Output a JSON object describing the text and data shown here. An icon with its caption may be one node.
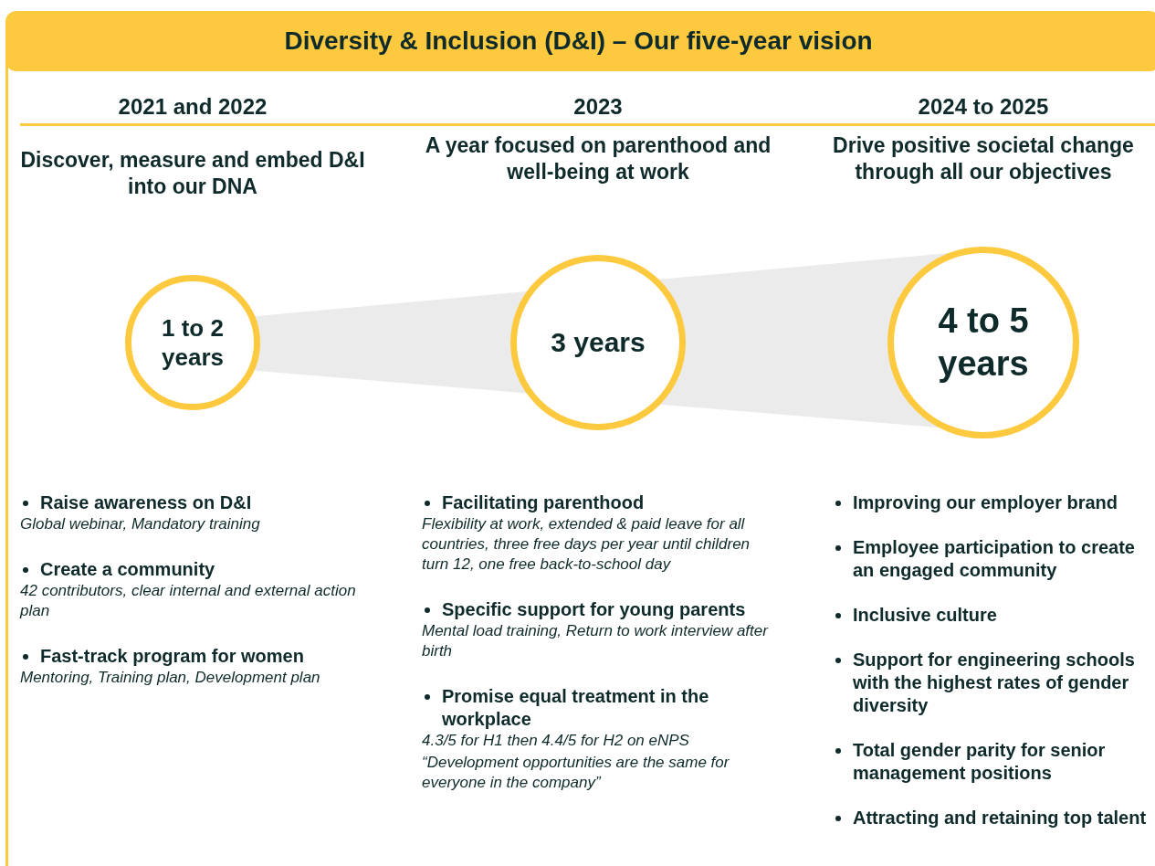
{
  "diagram": {
    "title": "Diversity & Inclusion (D&I) – Our five-year vision",
    "nodes": [
      {
        "text": [
          "1 to 2 years"
        ]
      },
      {
        "text": [
          "3 years"
        ]
      },
      {
        "text": [
          "4 to 5 years"
        ]
      }
    ],
    "edges": [],
    "labels": [
      "2021 and 2022",
      "2023",
      "2024 to 2025",
      "Discover, measure and embed D&I into our DNA",
      "A year focused on parenthood and well-being at work",
      "Drive positive societal change through all our objectives",
      "Raise awareness on D&I",
      "Global webinar, Mandatory training",
      "Create a community",
      "42 contributors, clear internal and external action plan",
      "Fast-track program for women",
      "Mentoring, Training plan, Development plan",
      "Facilitating parenthood",
      "Flexibility at work, extended & paid leave for all countries, three free days per year until children turn 12, one free back-to-school day",
      "Specific support for young parents",
      "Mental load training, Return to work interview after birth",
      "Promise equal treatment in the workplace",
      "4.3/5 for H1 then 4.4/5 for H2 on eNPS",
      "“Development opportunities are the same for everyone in the company”",
      "Improving our employer brand",
      "Employee participation to create an engaged community",
      "Inclusive culture",
      "Support for engineering schools with the highest rates of gender diversity",
      "Total gender parity for senior management positions",
      "Attracting and retaining top talent"
    ]
  }
}
